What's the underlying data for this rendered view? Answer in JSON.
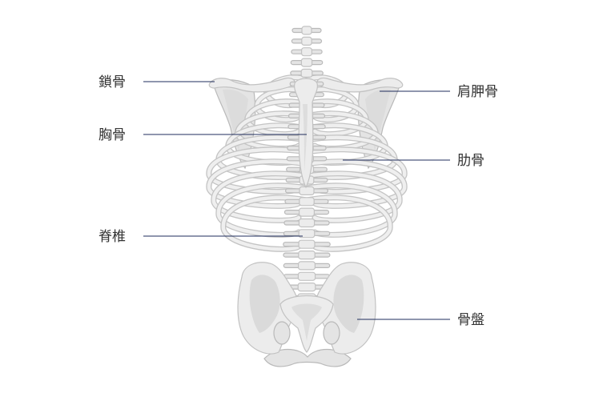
{
  "labels": {
    "clavicle": "鎖骨",
    "sternum": "胸骨",
    "spine": "脊椎",
    "scapula": "肩胛骨",
    "ribs": "肋骨",
    "pelvis": "骨盤"
  },
  "colors": {
    "leader_line": "#1f2d5c",
    "label_text": "#333333",
    "bone_fill": "#ececec",
    "bone_outline": "#c2c2c2"
  }
}
